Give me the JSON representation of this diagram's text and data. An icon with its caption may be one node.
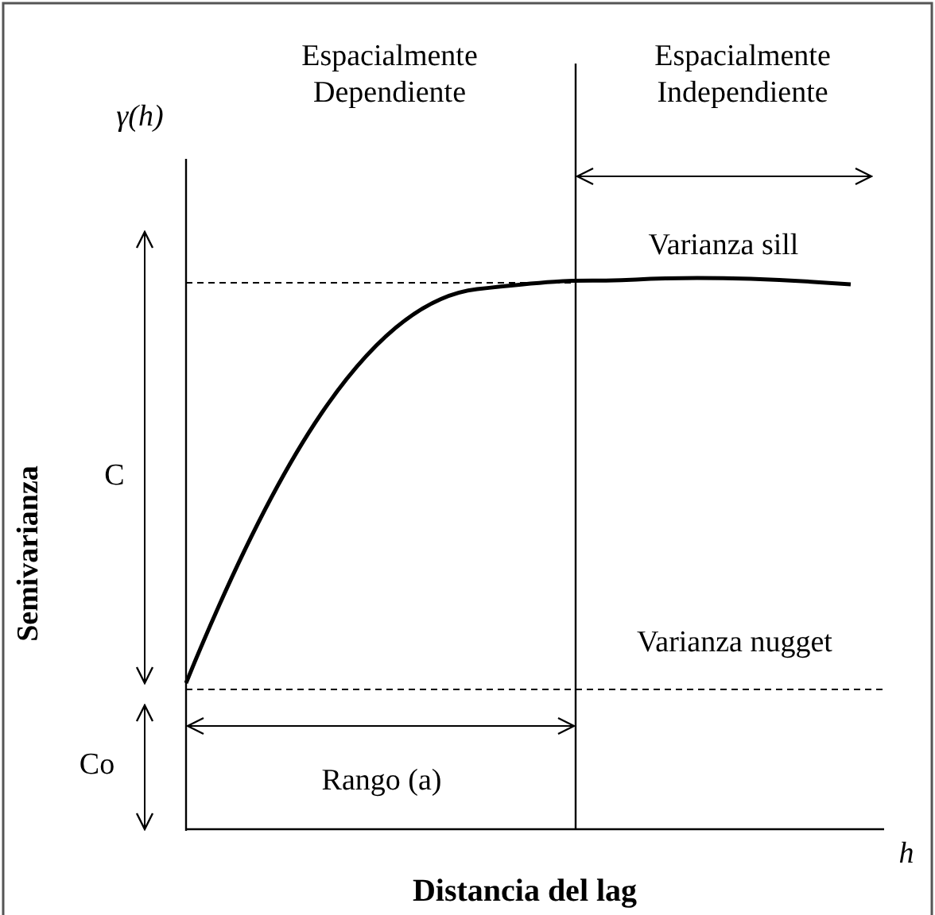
{
  "diagram": {
    "labels": [
      "Espacialmente Dependiente",
      "Espacialmente Independiente",
      "γ(h)",
      "Varianza sill",
      "C",
      "Semivarianza",
      "Varianza nugget",
      "Co",
      "Rango (a)",
      "h",
      "Distancia del lag"
    ]
  }
}
